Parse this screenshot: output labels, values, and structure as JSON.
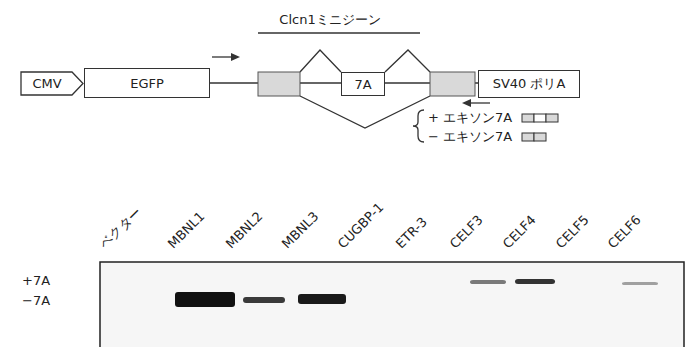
{
  "diagram": {
    "nodes": [
      {
        "text": [
          "CMV"
        ]
      },
      {
        "text": [
          "EGFP"
        ]
      },
      {
        "text": [
          "7A"
        ]
      },
      {
        "text": [
          "SV40 ポリA"
        ]
      }
    ],
    "labels": [
      "Clcn1ミニジーン",
      "+ エキソン7A",
      "− エキソン7A",
      "ベクター",
      "MBNL1",
      "MBNL2",
      "MBNL3",
      "CUGBP-1",
      "ETR-3",
      "CELF3",
      "CELF4",
      "CELF5",
      "CELF6",
      "+7A",
      "−7A"
    ]
  }
}
